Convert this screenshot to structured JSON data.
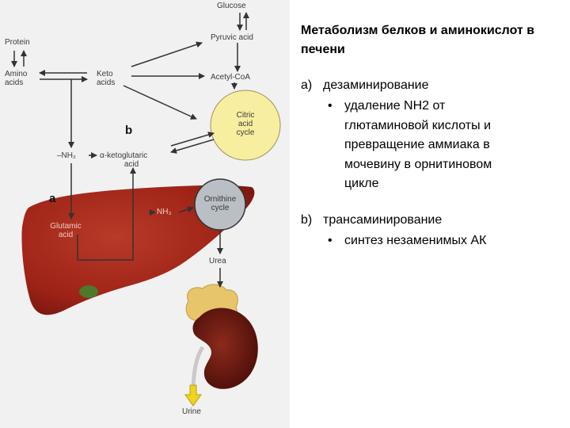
{
  "diagram": {
    "labels": {
      "glucose": "Glucose",
      "pyruvic_acid": "Pyruvic acid",
      "protein": "Protein",
      "amino_acids_1": "Amino",
      "amino_acids_2": "acids",
      "keto_acids_1": "Keto",
      "keto_acids_2": "acids",
      "acetyl_coa": "Acetyl-CoA",
      "citric_1": "Citric",
      "citric_2": "acid",
      "citric_3": "cycle",
      "nh2": "–NH₂",
      "ketoglutaric_1": "α-ketoglutaric",
      "ketoglutaric_2": "acid",
      "ornithine_1": "Ornithine",
      "ornithine_2": "cycle",
      "nh3": "NH₃",
      "glutamic_1": "Glutamic",
      "glutamic_2": "acid",
      "urea": "Urea",
      "urine": "Urine",
      "marker_a": "a",
      "marker_b": "b"
    },
    "colors": {
      "liver": "#9e2317",
      "kidney": "#6e1a12",
      "fat": "#e7c56a",
      "citric_cycle": "#f7eea0",
      "ornithine_cycle": "#b9bfc5",
      "urine_arrow": "#f0d31c"
    }
  },
  "notes": {
    "title": "Метаболизм белков и аминокислот в печени",
    "items": [
      {
        "marker": "a)",
        "text": "дезаминирование",
        "bullets": [
          {
            "lines": [
              "удаление NH2 от",
              "глютаминовой кислоты  и",
              "превращение аммиака в",
              "мочевину в орнитиновом",
              "цикле"
            ]
          }
        ]
      },
      {
        "marker": "b)",
        "text": "трансаминирование",
        "bullets": [
          {
            "lines": [
              "синтез незаменимых АК"
            ]
          }
        ]
      }
    ]
  }
}
